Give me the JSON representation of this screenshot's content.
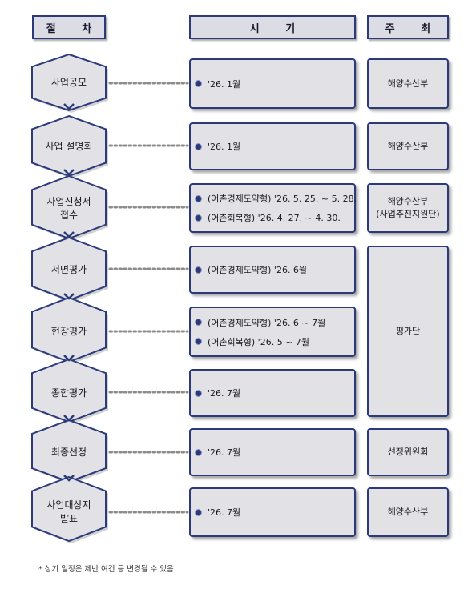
{
  "headers": {
    "step": "절 차",
    "period": "시 기",
    "host": "주 최"
  },
  "steps": [
    {
      "label": "사업공모",
      "time_lines": [
        "'26. 1월"
      ]
    },
    {
      "label": "사업 설명회",
      "time_lines": [
        "'26. 1월"
      ]
    },
    {
      "label": "사업신청서\n접수",
      "time_lines": [
        "(어촌경제도약형) '26. 5. 25. ~ 5. 28.",
        "(어촌회복형) '26. 4. 27. ~ 4. 30."
      ]
    },
    {
      "label": "서면평가",
      "time_lines": [
        "(어촌경제도약형) '26. 6월"
      ]
    },
    {
      "label": "현장평가",
      "time_lines": [
        "(어촌경제도약형) '26. 6 ~ 7월",
        "(어촌회복형) '26. 5 ~ 7월"
      ]
    },
    {
      "label": "종합평가",
      "time_lines": [
        "'26. 7월"
      ]
    },
    {
      "label": "최종선정",
      "time_lines": [
        "'26. 7월"
      ]
    },
    {
      "label": "사업대상지\n발표",
      "time_lines": [
        "'26. 7월"
      ]
    }
  ],
  "hosts": [
    {
      "label": "해양수산부"
    },
    {
      "label": "해양수산부"
    },
    {
      "label": "해양수산부\n(사업추진지원단)"
    },
    {
      "label": "평가단"
    },
    {
      "label": "선정위원회"
    },
    {
      "label": "해양수산부"
    }
  ],
  "footnote": "* 상기 일정은 제반 여건 등 변경될 수 있음",
  "colors": {
    "border": "#2c3a7a",
    "fill": "#e2e2e6",
    "dots": "#8c8c8c"
  }
}
